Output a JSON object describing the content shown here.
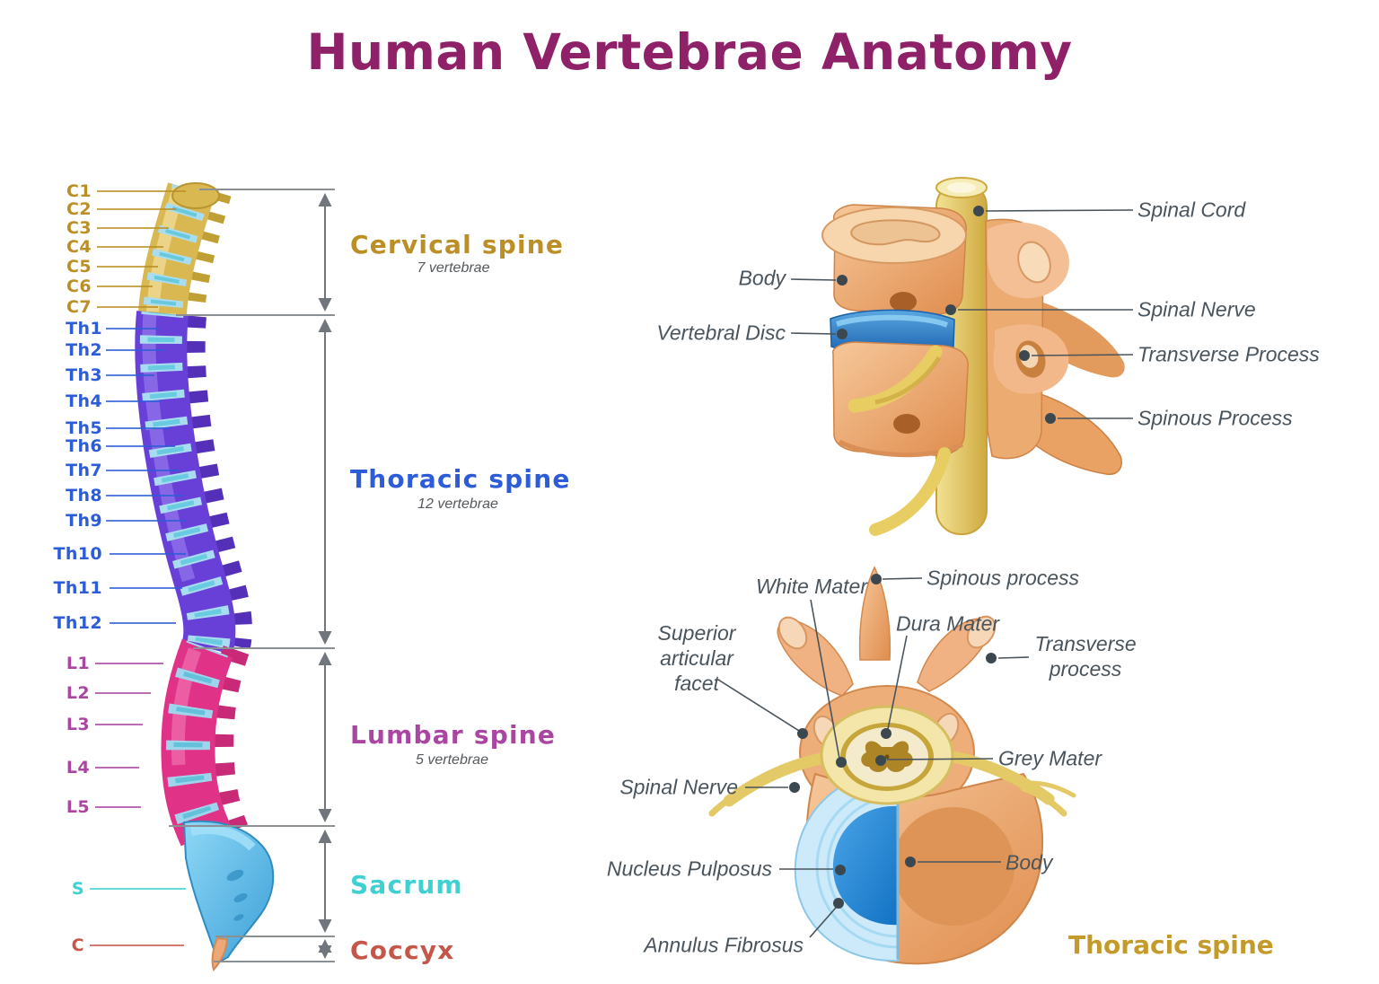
{
  "title": "Human Vertebrae Anatomy",
  "colors": {
    "title": "#8e2168",
    "cervical": "#bb8f25",
    "thoracic": "#2d5cd8",
    "lumbar": "#aa46a2",
    "sacrum": "#3fd0d2",
    "coccyx": "#c4574a",
    "annotation_text": "#49545c",
    "caption_gold": "#c49b2a",
    "disc_blue": "#a9ddee",
    "bone_peach": "#eeae7a"
  },
  "spine": {
    "sections": {
      "cervical": {
        "title": "Cervical spine",
        "subtitle": "7 vertebrae",
        "labels": [
          "C1",
          "C2",
          "C3",
          "C4",
          "C5",
          "C6",
          "C7"
        ]
      },
      "thoracic": {
        "title": "Thoracic spine",
        "subtitle": "12 vertebrae",
        "labels": [
          "Th1",
          "Th2",
          "Th3",
          "Th4",
          "Th5",
          "Th6",
          "Th7",
          "Th8",
          "Th9",
          "Th10",
          "Th11",
          "Th12"
        ]
      },
      "lumbar": {
        "title": "Lumbar spine",
        "subtitle": "5 vertebrae",
        "labels": [
          "L1",
          "L2",
          "L3",
          "L4",
          "L5"
        ]
      },
      "sacrum": {
        "title": "Sacrum",
        "labels": [
          "S"
        ]
      },
      "coccyx": {
        "title": "Coccyx",
        "labels": [
          "C"
        ]
      }
    }
  },
  "side_view": {
    "labels": {
      "spinal_cord": "Spinal Cord",
      "body": "Body",
      "spinal_nerve": "Spinal Nerve",
      "vertebral_disc": "Vertebral Disc",
      "transverse_process": "Transverse Process",
      "spinous_process": "Spinous Process"
    }
  },
  "top_view": {
    "labels": {
      "white_mater": "White Mater",
      "spinous_process": "Spinous process",
      "dura_mater": "Dura Mater",
      "superior_articular_facet": "Superior articular facet",
      "transverse_process": "Transverse process",
      "grey_mater": "Grey Mater",
      "spinal_nerve": "Spinal Nerve",
      "nucleus_pulposus": "Nucleus Pulposus",
      "body": "Body",
      "annulus_fibrosus": "Annulus Fibrosus"
    },
    "caption": "Thoracic spine"
  }
}
